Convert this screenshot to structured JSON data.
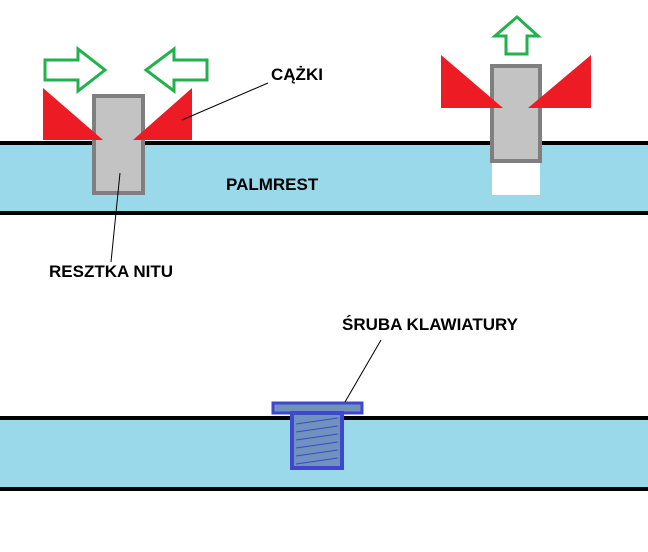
{
  "labels": {
    "pliers": "CĄŻKI",
    "palmrest": "PALMREST",
    "rivet_remnant": "RESZTKA NITU",
    "keyboard_screw": "ŚRUBA KLAWIATURY"
  },
  "colors": {
    "background": "#ffffff",
    "palmrest_fill": "#99d9ea",
    "palmrest_border": "#000000",
    "pliers_jaw": "#ed1c24",
    "rivet_fill": "#c3c3c3",
    "rivet_border": "#7f7f7f",
    "arrow_outline": "#22b14c",
    "screw_fill": "#7092be",
    "screw_border": "#3f48cc",
    "leader_line": "#000000"
  },
  "icons": {
    "arrow_right": "arrow-right-outline-icon",
    "arrow_left": "arrow-left-outline-icon",
    "arrow_up": "arrow-up-outline-icon"
  }
}
